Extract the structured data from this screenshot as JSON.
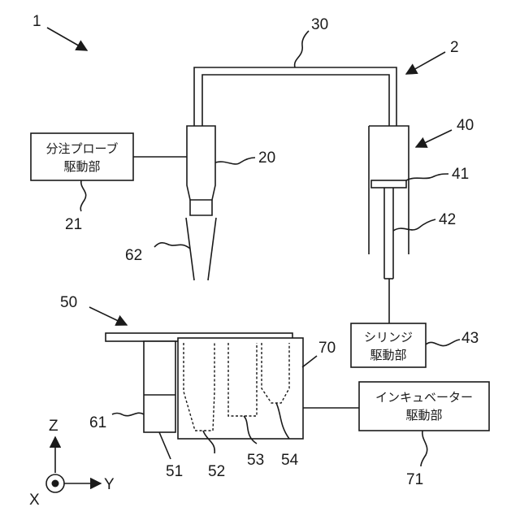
{
  "labels": {
    "system": "1",
    "dispensing_mechanism": "2",
    "probe": "20",
    "probe_drive_unit": "21",
    "tube": "30",
    "syringe": "40",
    "plunger": "41",
    "rod": "42",
    "syringe_drive_unit": "43",
    "stage": "50",
    "part_51": "51",
    "part_52": "52",
    "part_53": "53",
    "part_54": "54",
    "part_61": "61",
    "tip": "62",
    "incubator": "70",
    "incubator_drive_unit": "71"
  },
  "boxes": {
    "probe_drive": [
      "分注プローブ",
      "駆動部"
    ],
    "syringe_drive": [
      "シリンジ",
      "駆動部"
    ],
    "incubator_drive": [
      "インキュベーター",
      "駆動部"
    ]
  },
  "axes": {
    "z": "Z",
    "y": "Y",
    "x": "X"
  }
}
